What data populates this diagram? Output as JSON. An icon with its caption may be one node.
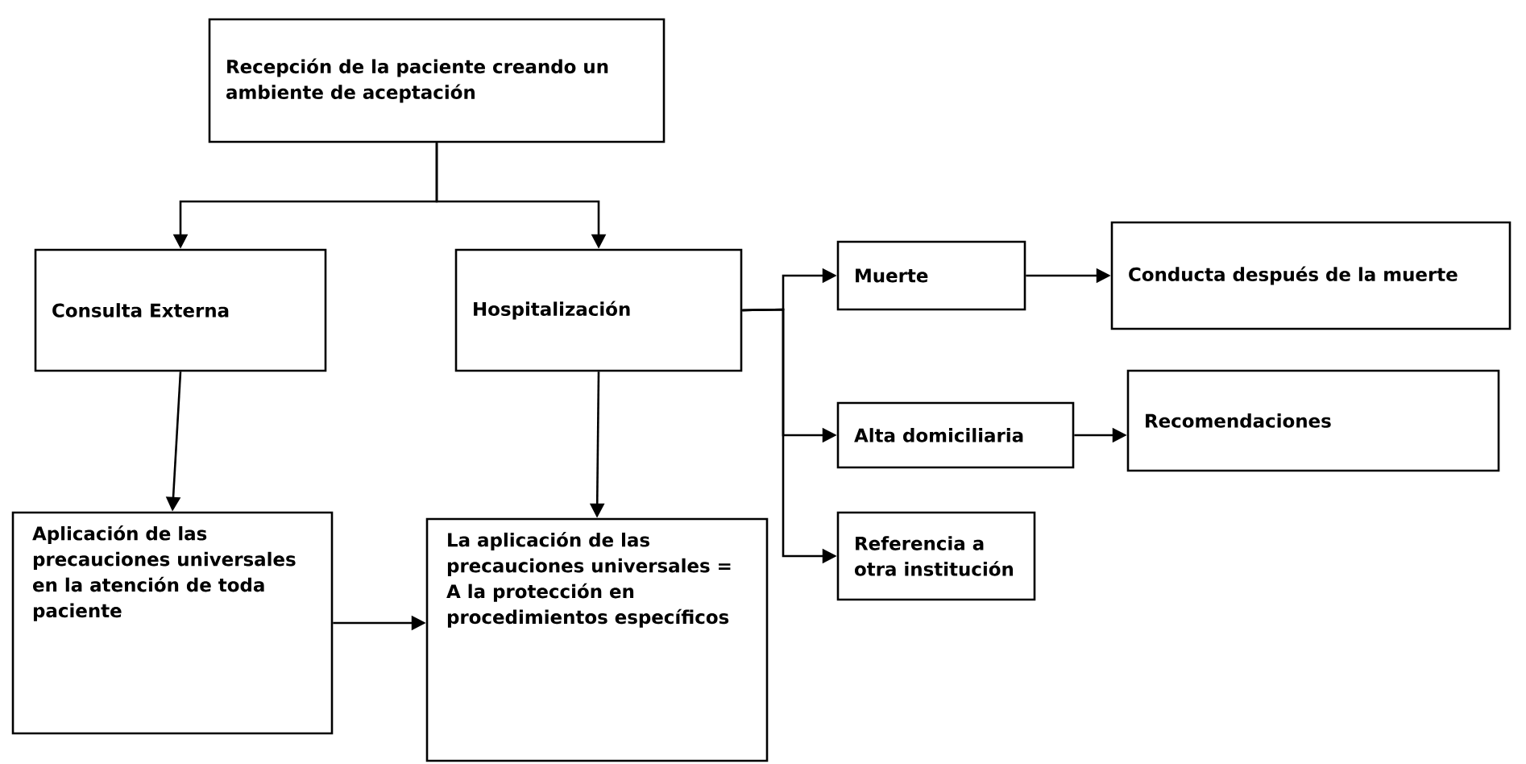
{
  "diagram": {
    "nodes": [
      {
        "text": [
          "Recepción de la paciente creando un ambiente de aceptación"
        ]
      },
      {
        "text": [
          "Consulta Externa"
        ]
      },
      {
        "text": [
          "Hospitalización"
        ]
      },
      {
        "text": [
          "Muerte"
        ]
      },
      {
        "text": [
          "Conducta después de la muerte"
        ]
      },
      {
        "text": [
          "Alta domiciliaria"
        ]
      },
      {
        "text": [
          "Recomendaciones"
        ]
      },
      {
        "text": [
          "Referencia a otra institución"
        ]
      },
      {
        "text": [
          "Aplicación de las precauciones universales en la atención de toda paciente"
        ]
      },
      {
        "text": [
          "La aplicación de las precauciones universales = A la protección en procedimientos específicos"
        ]
      }
    ],
    "edges": [
      {
        "from": 0,
        "to": 1,
        "arrow": "to"
      },
      {
        "from": 0,
        "to": 2,
        "arrow": "to"
      },
      {
        "from": 1,
        "to": 8,
        "arrow": "to"
      },
      {
        "from": 2,
        "to": 9,
        "arrow": "to"
      },
      {
        "from": 8,
        "to": 9,
        "arrow": "to"
      },
      {
        "from": 2,
        "to": 3,
        "arrow": "to"
      },
      {
        "from": 2,
        "to": 5,
        "arrow": "to"
      },
      {
        "from": 2,
        "to": 7,
        "arrow": "to"
      },
      {
        "from": 3,
        "to": 4,
        "arrow": "to"
      },
      {
        "from": 5,
        "to": 6,
        "arrow": "to"
      }
    ]
  }
}
